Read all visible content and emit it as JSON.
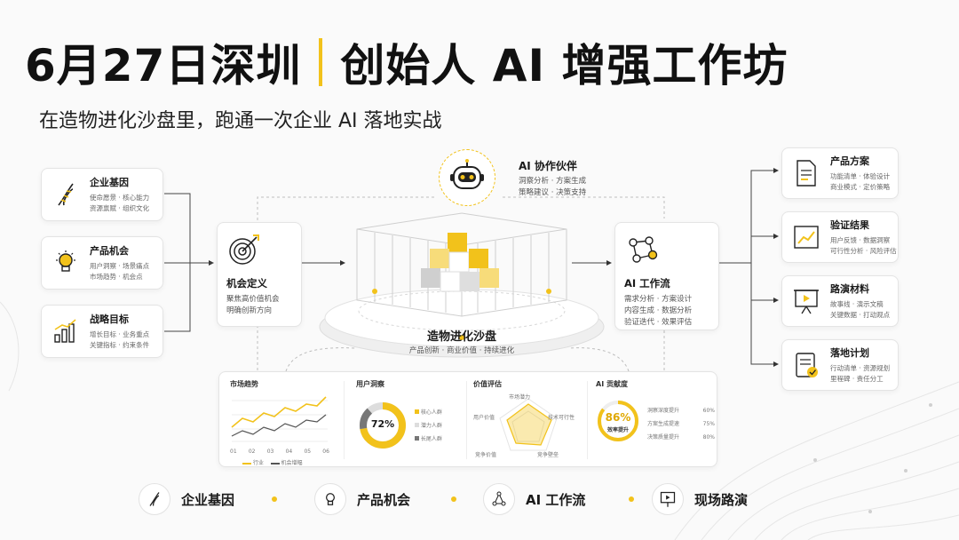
{
  "header": {
    "title_left": "6月27日深圳",
    "title_right": "创始人 AI 增强工作坊",
    "subtitle": "在造物进化沙盘里，跑通一次企业 AI 落地实战"
  },
  "inputs": [
    {
      "title": "企业基因",
      "line1": "使命愿景 · 核心能力",
      "line2": "资源禀赋 · 组织文化",
      "icon": "dna-icon"
    },
    {
      "title": "产品机会",
      "line1": "用户洞察 · 场景痛点",
      "line2": "市场趋势 · 机会点",
      "icon": "lightbulb-icon"
    },
    {
      "title": "战略目标",
      "line1": "增长目标 · 业务重点",
      "line2": "关键指标 · 约束条件",
      "icon": "bar-chart-icon"
    }
  ],
  "opportunity": {
    "title": "机会定义",
    "line1": "聚焦高价值机会",
    "line2": "明确创新方向",
    "icon": "target-icon"
  },
  "ai_partner": {
    "title": "AI 协作伙伴",
    "line1": "洞察分析 · 方案生成",
    "line2": "策略建议 · 决策支持",
    "icon": "robot-icon"
  },
  "sandbox": {
    "title": "造物进化沙盘",
    "line": "产品创新 · 商业价值 · 持续进化"
  },
  "workflow": {
    "title": "AI 工作流",
    "line1": "需求分析 · 方案设计",
    "line2": "内容生成 · 数据分析",
    "line3": "验证迭代 · 效果评估",
    "icon": "workflow-icon"
  },
  "outputs": [
    {
      "title": "产品方案",
      "line1": "功能清单 · 体验设计",
      "line2": "商业模式 · 定价策略",
      "icon": "document-icon"
    },
    {
      "title": "验证结果",
      "line1": "用户反馈 · 数据洞察",
      "line2": "可行性分析 · 风险评估",
      "icon": "line-chart-icon"
    },
    {
      "title": "路演材料",
      "line1": "故事线 · 演示文稿",
      "line2": "关键数据 · 打动观点",
      "icon": "presentation-icon"
    },
    {
      "title": "落地计划",
      "line1": "行动清单 · 资源规划",
      "line2": "里程碑 · 责任分工",
      "icon": "checklist-icon"
    }
  ],
  "dashboard": {
    "trend": {
      "title": "市场趋势",
      "legend1": "行业",
      "legend2": "机会增幅",
      "ticks": [
        "01",
        "02",
        "03",
        "04",
        "05",
        "06"
      ]
    },
    "insight": {
      "title": "用户洞察",
      "value": "72%",
      "items": [
        "核心人群",
        "潜力人群",
        "长尾人群"
      ]
    },
    "value_eval": {
      "title": "价值评估",
      "axes": [
        "市场潜力",
        "技术可行性",
        "竞争壁垒",
        "竞争价值",
        "用户价值"
      ]
    },
    "contribution": {
      "title": "AI 贡献度",
      "value": "86%",
      "label": "效率提升",
      "items": [
        {
          "name": "洞察深度提升",
          "pct": "60%"
        },
        {
          "name": "方案生成提速",
          "pct": "75%"
        },
        {
          "name": "决策质量提升",
          "pct": "80%"
        }
      ]
    }
  },
  "footer": [
    {
      "label": "企业基因",
      "icon": "dna-icon"
    },
    {
      "label": "产品机会",
      "icon": "lightbulb-icon"
    },
    {
      "label": "AI 工作流",
      "icon": "workflow-icon"
    },
    {
      "label": "现场路演",
      "icon": "presentation-icon"
    }
  ],
  "colors": {
    "accent": "#f2c21b",
    "text": "#111111",
    "muted": "#666666"
  }
}
